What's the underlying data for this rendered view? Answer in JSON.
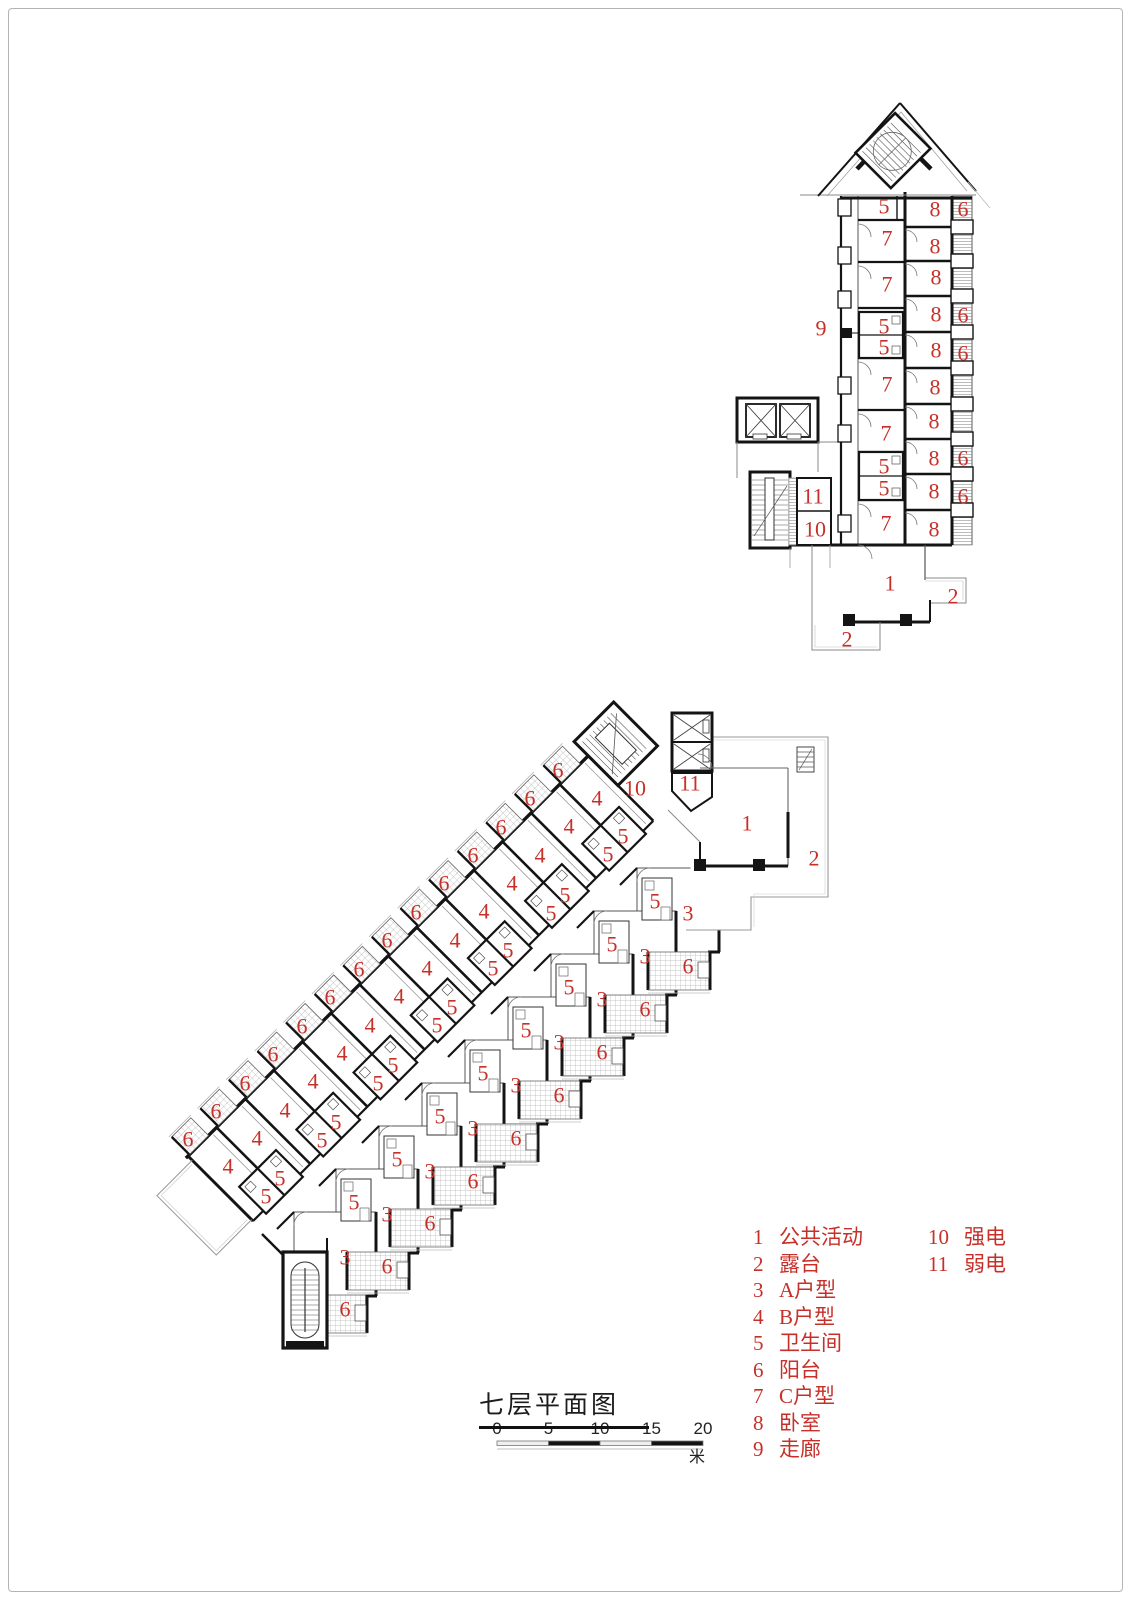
{
  "page": {
    "floor_title": "七层平面图",
    "scale_unit": "米"
  },
  "colors": {
    "label_red": "#c63029",
    "wall_black": "#141414",
    "line_gray": "#888888",
    "hatch_gray": "#b8b8b8"
  },
  "scale_bar": {
    "ticks": [
      "0",
      "5",
      "10",
      "15",
      "20"
    ],
    "unit": "米"
  },
  "legend": {
    "col1": [
      {
        "num": "1",
        "label": "公共活动"
      },
      {
        "num": "2",
        "label": "露台"
      },
      {
        "num": "3",
        "label": "A户型"
      },
      {
        "num": "4",
        "label": "B户型"
      },
      {
        "num": "5",
        "label": "卫生间"
      },
      {
        "num": "6",
        "label": "阳台"
      },
      {
        "num": "7",
        "label": "C户型"
      },
      {
        "num": "8",
        "label": "卧室"
      },
      {
        "num": "9",
        "label": "走廊"
      }
    ],
    "col2": [
      {
        "num": "10",
        "label": "强电"
      },
      {
        "num": "11",
        "label": "弱电"
      }
    ]
  },
  "plan_labels": {
    "upper_building": [
      {
        "t": "5",
        "role": "bath",
        "pts": [
          [
            884,
            206
          ],
          [
            884,
            326
          ],
          [
            884,
            347
          ],
          [
            884,
            466
          ],
          [
            884,
            488
          ]
        ]
      },
      {
        "t": "7",
        "role": "c-unit",
        "pts": [
          [
            887,
            238
          ],
          [
            887,
            284
          ],
          [
            887,
            384
          ],
          [
            886,
            433
          ],
          [
            886,
            523
          ]
        ]
      },
      {
        "t": "8",
        "role": "bedroom",
        "pts": [
          [
            935,
            209
          ],
          [
            935,
            246
          ],
          [
            936,
            277
          ],
          [
            936,
            314
          ],
          [
            936,
            350
          ],
          [
            935,
            387
          ],
          [
            934,
            421
          ],
          [
            934,
            458
          ],
          [
            934,
            491
          ],
          [
            934,
            529
          ]
        ]
      },
      {
        "t": "6",
        "role": "balcony",
        "pts": [
          [
            963,
            209
          ],
          [
            963,
            315
          ],
          [
            963,
            353
          ],
          [
            963,
            458
          ],
          [
            963,
            496
          ]
        ]
      },
      {
        "t": "9",
        "role": "corridor",
        "pts": [
          [
            821,
            328
          ]
        ]
      },
      {
        "t": "11",
        "role": "elec-weak",
        "pts": [
          [
            813,
            496
          ]
        ]
      },
      {
        "t": "10",
        "role": "elec-strong",
        "pts": [
          [
            815,
            529
          ]
        ]
      },
      {
        "t": "1",
        "role": "public",
        "pts": [
          [
            890,
            583
          ]
        ]
      },
      {
        "t": "2",
        "role": "terrace",
        "pts": [
          [
            953,
            596
          ],
          [
            847,
            639
          ]
        ]
      }
    ],
    "main_building": [
      {
        "t": "4",
        "role": "b-unit",
        "pts": [
          [
            597,
            798
          ],
          [
            569,
            826
          ],
          [
            540,
            855
          ],
          [
            512,
            883
          ],
          [
            484,
            911
          ],
          [
            455,
            940
          ],
          [
            427,
            968
          ],
          [
            399,
            996
          ],
          [
            370,
            1025
          ],
          [
            342,
            1053
          ],
          [
            313,
            1081
          ],
          [
            285,
            1110
          ],
          [
            257,
            1138
          ],
          [
            228,
            1166
          ]
        ]
      },
      {
        "t": "6",
        "role": "nw-balcony",
        "pts": [
          [
            558,
            770
          ],
          [
            530,
            798
          ],
          [
            501,
            827
          ],
          [
            473,
            855
          ],
          [
            444,
            883
          ],
          [
            416,
            912
          ],
          [
            387,
            940
          ],
          [
            359,
            969
          ],
          [
            330,
            997
          ],
          [
            302,
            1026
          ],
          [
            273,
            1054
          ],
          [
            245,
            1083
          ],
          [
            216,
            1111
          ],
          [
            188,
            1139
          ]
        ]
      },
      {
        "t": "5",
        "role": "bath-upper",
        "pts": [
          [
            623,
            836
          ],
          [
            608,
            854
          ],
          [
            565,
            895
          ],
          [
            551,
            913
          ],
          [
            508,
            950
          ],
          [
            493,
            968
          ],
          [
            452,
            1007
          ],
          [
            437,
            1025
          ],
          [
            393,
            1065
          ],
          [
            378,
            1083
          ],
          [
            336,
            1122
          ],
          [
            322,
            1140
          ],
          [
            280,
            1178
          ],
          [
            266,
            1196
          ]
        ]
      },
      {
        "t": "3",
        "role": "a-unit",
        "pts": [
          [
            688,
            913
          ],
          [
            645,
            956
          ],
          [
            602,
            999
          ],
          [
            559,
            1042
          ],
          [
            516,
            1085
          ],
          [
            473,
            1128
          ],
          [
            430,
            1171
          ],
          [
            387,
            1214
          ],
          [
            345,
            1257
          ]
        ]
      },
      {
        "t": "5",
        "role": "bath-lower",
        "pts": [
          [
            655,
            901
          ],
          [
            612,
            944
          ],
          [
            569,
            987
          ],
          [
            526,
            1030
          ],
          [
            483,
            1073
          ],
          [
            440,
            1116
          ],
          [
            397,
            1159
          ],
          [
            354,
            1202
          ]
        ]
      },
      {
        "t": "6",
        "role": "se-balcony",
        "pts": [
          [
            688,
            966
          ],
          [
            645,
            1009
          ],
          [
            602,
            1052
          ],
          [
            559,
            1095
          ],
          [
            516,
            1138
          ],
          [
            473,
            1181
          ],
          [
            430,
            1223
          ],
          [
            387,
            1266
          ],
          [
            345,
            1309
          ]
        ]
      },
      {
        "t": "10",
        "role": "elec-strong",
        "pts": [
          [
            635,
            788
          ]
        ]
      },
      {
        "t": "11",
        "role": "elec-weak",
        "pts": [
          [
            690,
            783
          ]
        ]
      },
      {
        "t": "1",
        "role": "public",
        "pts": [
          [
            747,
            823
          ]
        ]
      },
      {
        "t": "2",
        "role": "terrace",
        "pts": [
          [
            814,
            858
          ]
        ]
      }
    ]
  }
}
